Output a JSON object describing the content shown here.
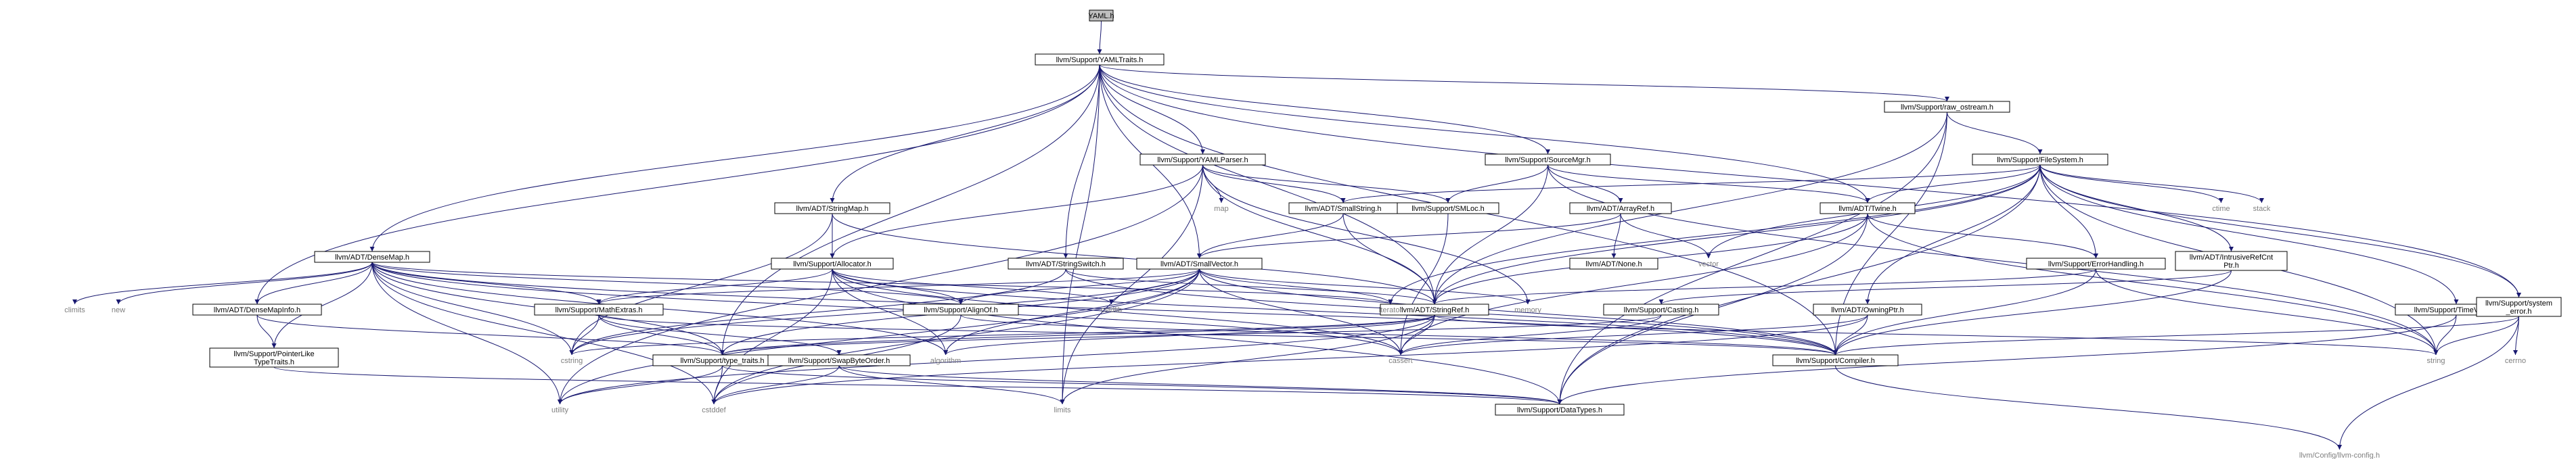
{
  "graph": {
    "edge_color": "#191970",
    "nodes": [
      {
        "id": "yaml_h",
        "label": "YAML.h",
        "root": true,
        "boxed": true
      },
      {
        "id": "yamltraits",
        "label": "llvm/Support/YAMLTraits.h",
        "boxed": true
      },
      {
        "id": "raw_ostream",
        "label": "llvm/Support/raw_ostream.h",
        "boxed": true
      },
      {
        "id": "yamlparser",
        "label": "llvm/Support/YAMLParser.h",
        "boxed": true
      },
      {
        "id": "sourcemgr",
        "label": "llvm/Support/SourceMgr.h",
        "boxed": true
      },
      {
        "id": "filesystem",
        "label": "llvm/Support/FileSystem.h",
        "boxed": true
      },
      {
        "id": "stringmap",
        "label": "llvm/ADT/StringMap.h",
        "boxed": true
      },
      {
        "id": "smallstring",
        "label": "llvm/ADT/SmallString.h",
        "boxed": true
      },
      {
        "id": "smloc",
        "label": "llvm/Support/SMLoc.h",
        "boxed": true
      },
      {
        "id": "arrayref",
        "label": "llvm/ADT/ArrayRef.h",
        "boxed": true
      },
      {
        "id": "twine",
        "label": "llvm/ADT/Twine.h",
        "boxed": true
      },
      {
        "id": "densemap",
        "label": "llvm/ADT/DenseMap.h",
        "boxed": true
      },
      {
        "id": "allocator",
        "label": "llvm/Support/Allocator.h",
        "boxed": true
      },
      {
        "id": "stringswitch",
        "label": "llvm/ADT/StringSwitch.h",
        "boxed": true
      },
      {
        "id": "smallvector",
        "label": "llvm/ADT/SmallVector.h",
        "boxed": true
      },
      {
        "id": "none",
        "label": "llvm/ADT/None.h",
        "boxed": true
      },
      {
        "id": "errorhandling",
        "label": "llvm/Support/ErrorHandling.h",
        "boxed": true
      },
      {
        "id": "intrusiverefcnt",
        "label": "llvm/ADT/IntrusiveRefCnt\nPtr.h",
        "boxed": true
      },
      {
        "id": "densemapinfo",
        "label": "llvm/ADT/DenseMapInfo.h",
        "boxed": true
      },
      {
        "id": "mathextras",
        "label": "llvm/Support/MathExtras.h",
        "boxed": true
      },
      {
        "id": "alignof",
        "label": "llvm/Support/AlignOf.h",
        "boxed": true
      },
      {
        "id": "stringref",
        "label": "llvm/ADT/StringRef.h",
        "boxed": true
      },
      {
        "id": "casting",
        "label": "llvm/Support/Casting.h",
        "boxed": true
      },
      {
        "id": "owningptr",
        "label": "llvm/ADT/OwningPtr.h",
        "boxed": true
      },
      {
        "id": "timevalue",
        "label": "llvm/Support/TimeValue.h",
        "boxed": true
      },
      {
        "id": "system_error",
        "label": "llvm/Support/system\n_error.h",
        "boxed": true
      },
      {
        "id": "pointerliketypetraits",
        "label": "llvm/Support/PointerLike\nTypeTraits.h",
        "boxed": true
      },
      {
        "id": "type_traits",
        "label": "llvm/Support/type_traits.h",
        "boxed": true
      },
      {
        "id": "swapbyteorder",
        "label": "llvm/Support/SwapByteOrder.h",
        "boxed": true
      },
      {
        "id": "compiler",
        "label": "llvm/Support/Compiler.h",
        "boxed": true
      },
      {
        "id": "datatypes",
        "label": "llvm/Support/DataTypes.h",
        "boxed": true
      },
      {
        "id": "llvm_config",
        "label": "llvm/Config/llvm-config.h",
        "gray": true
      },
      {
        "id": "map",
        "label": "map",
        "gray": true
      },
      {
        "id": "vector",
        "label": "vector",
        "gray": true
      },
      {
        "id": "ctime",
        "label": "ctime",
        "gray": true
      },
      {
        "id": "stack",
        "label": "stack",
        "gray": true
      },
      {
        "id": "climits",
        "label": "climits",
        "gray": true
      },
      {
        "id": "new",
        "label": "new",
        "gray": true
      },
      {
        "id": "utility",
        "label": "utility",
        "gray": true
      },
      {
        "id": "cstddef",
        "label": "cstddef",
        "gray": true
      },
      {
        "id": "cstring",
        "label": "cstring",
        "gray": true
      },
      {
        "id": "algorithm",
        "label": "algorithm",
        "gray": true
      },
      {
        "id": "cassert",
        "label": "cassert",
        "gray": true
      },
      {
        "id": "iterator",
        "label": "iterator",
        "gray": true
      },
      {
        "id": "cstdlib",
        "label": "cstdlib",
        "gray": true
      },
      {
        "id": "memory",
        "label": "memory",
        "gray": true
      },
      {
        "id": "limits",
        "label": "limits",
        "gray": true
      },
      {
        "id": "string",
        "label": "string",
        "gray": true
      },
      {
        "id": "cerrno",
        "label": "cerrno",
        "gray": true
      }
    ],
    "edges": [
      [
        "yaml_h",
        "yamltraits"
      ],
      [
        "yamltraits",
        "raw_ostream"
      ],
      [
        "yamltraits",
        "yamlparser"
      ],
      [
        "yamltraits",
        "sourcemgr"
      ],
      [
        "yamltraits",
        "stringmap"
      ],
      [
        "yamltraits",
        "densemap"
      ],
      [
        "yamltraits",
        "stringswitch"
      ],
      [
        "yamltraits",
        "smallvector"
      ],
      [
        "yamltraits",
        "stringref"
      ],
      [
        "yamltraits",
        "twine"
      ],
      [
        "yamltraits",
        "densemapinfo"
      ],
      [
        "yamltraits",
        "system_error"
      ],
      [
        "yamltraits",
        "type_traits"
      ],
      [
        "yamltraits",
        "compiler"
      ],
      [
        "yamltraits",
        "limits"
      ],
      [
        "raw_ostream",
        "filesystem"
      ],
      [
        "raw_ostream",
        "stringref"
      ],
      [
        "raw_ostream",
        "compiler"
      ],
      [
        "raw_ostream",
        "datatypes"
      ],
      [
        "yamlparser",
        "map"
      ],
      [
        "yamlparser",
        "smallstring"
      ],
      [
        "yamlparser",
        "smloc"
      ],
      [
        "yamlparser",
        "allocator"
      ],
      [
        "yamlparser",
        "stringref"
      ],
      [
        "yamlparser",
        "utility"
      ],
      [
        "yamlparser",
        "limits"
      ],
      [
        "yamlparser",
        "memory"
      ],
      [
        "sourcemgr",
        "smloc"
      ],
      [
        "sourcemgr",
        "arrayref"
      ],
      [
        "sourcemgr",
        "twine"
      ],
      [
        "sourcemgr",
        "stringref"
      ],
      [
        "sourcemgr",
        "string"
      ],
      [
        "filesystem",
        "twine"
      ],
      [
        "filesystem",
        "smallstring"
      ],
      [
        "filesystem",
        "errorhandling"
      ],
      [
        "filesystem",
        "intrusiverefcnt"
      ],
      [
        "filesystem",
        "owningptr"
      ],
      [
        "filesystem",
        "timevalue"
      ],
      [
        "filesystem",
        "system_error"
      ],
      [
        "filesystem",
        "ctime"
      ],
      [
        "filesystem",
        "stack"
      ],
      [
        "filesystem",
        "vector"
      ],
      [
        "filesystem",
        "iterator"
      ],
      [
        "filesystem",
        "string"
      ],
      [
        "filesystem",
        "datatypes"
      ],
      [
        "filesystem",
        "stringref"
      ],
      [
        "stringmap",
        "stringref"
      ],
      [
        "stringmap",
        "allocator"
      ],
      [
        "stringmap",
        "cstring"
      ],
      [
        "smallstring",
        "smallvector"
      ],
      [
        "smallstring",
        "stringref"
      ],
      [
        "smloc",
        "cassert"
      ],
      [
        "arrayref",
        "none"
      ],
      [
        "arrayref",
        "smallvector"
      ],
      [
        "arrayref",
        "vector"
      ],
      [
        "twine",
        "stringref"
      ],
      [
        "twine",
        "errorhandling"
      ],
      [
        "twine",
        "string"
      ],
      [
        "twine",
        "datatypes"
      ],
      [
        "twine",
        "cassert"
      ],
      [
        "densemap",
        "densemapinfo"
      ],
      [
        "densemap",
        "pointerliketypetraits"
      ],
      [
        "densemap",
        "mathextras"
      ],
      [
        "densemap",
        "alignof"
      ],
      [
        "densemap",
        "type_traits"
      ],
      [
        "densemap",
        "climits"
      ],
      [
        "densemap",
        "new"
      ],
      [
        "densemap",
        "utility"
      ],
      [
        "densemap",
        "cstddef"
      ],
      [
        "densemap",
        "cstring"
      ],
      [
        "densemap",
        "algorithm"
      ],
      [
        "densemap",
        "cassert"
      ],
      [
        "densemap",
        "iterator"
      ],
      [
        "densemap",
        "compiler"
      ],
      [
        "allocator",
        "alignof"
      ],
      [
        "allocator",
        "mathextras"
      ],
      [
        "allocator",
        "datatypes"
      ],
      [
        "allocator",
        "cstdlib"
      ],
      [
        "allocator",
        "cassert"
      ],
      [
        "allocator",
        "cstddef"
      ],
      [
        "allocator",
        "algorithm"
      ],
      [
        "allocator",
        "compiler"
      ],
      [
        "stringswitch",
        "stringref"
      ],
      [
        "stringswitch",
        "compiler"
      ],
      [
        "stringswitch",
        "cstring"
      ],
      [
        "smallvector",
        "alignof"
      ],
      [
        "smallvector",
        "compiler"
      ],
      [
        "smallvector",
        "mathextras"
      ],
      [
        "smallvector",
        "type_traits"
      ],
      [
        "smallvector",
        "algorithm"
      ],
      [
        "smallvector",
        "cassert"
      ],
      [
        "smallvector",
        "cstddef"
      ],
      [
        "smallvector",
        "cstdlib"
      ],
      [
        "smallvector",
        "cstring"
      ],
      [
        "smallvector",
        "iterator"
      ],
      [
        "smallvector",
        "memory"
      ],
      [
        "smallvector",
        "utility"
      ],
      [
        "errorhandling",
        "compiler"
      ],
      [
        "errorhandling",
        "string"
      ],
      [
        "errorhandling",
        "stringref"
      ],
      [
        "intrusiverefcnt",
        "casting"
      ],
      [
        "intrusiverefcnt",
        "compiler"
      ],
      [
        "densemapinfo",
        "type_traits"
      ],
      [
        "densemapinfo",
        "pointerliketypetraits"
      ],
      [
        "mathextras",
        "swapbyteorder"
      ],
      [
        "mathextras",
        "compiler"
      ],
      [
        "mathextras",
        "type_traits"
      ],
      [
        "mathextras",
        "cstring"
      ],
      [
        "alignof",
        "compiler"
      ],
      [
        "alignof",
        "cstddef"
      ],
      [
        "stringref",
        "type_traits"
      ],
      [
        "stringref",
        "algorithm"
      ],
      [
        "stringref",
        "cassert"
      ],
      [
        "stringref",
        "cstring"
      ],
      [
        "stringref",
        "limits"
      ],
      [
        "stringref",
        "string"
      ],
      [
        "stringref",
        "utility"
      ],
      [
        "casting",
        "type_traits"
      ],
      [
        "casting",
        "cassert"
      ],
      [
        "owningptr",
        "compiler"
      ],
      [
        "owningptr",
        "cassert"
      ],
      [
        "owningptr",
        "cstddef"
      ],
      [
        "timevalue",
        "datatypes"
      ],
      [
        "timevalue",
        "string"
      ],
      [
        "system_error",
        "compiler"
      ],
      [
        "system_error",
        "cerrno"
      ],
      [
        "system_error",
        "string"
      ],
      [
        "system_error",
        "llvm_config"
      ],
      [
        "pointerliketypetraits",
        "datatypes"
      ],
      [
        "type_traits",
        "datatypes"
      ],
      [
        "type_traits",
        "cstddef"
      ],
      [
        "type_traits",
        "utility"
      ],
      [
        "swapbyteorder",
        "datatypes"
      ],
      [
        "swapbyteorder",
        "cstddef"
      ],
      [
        "swapbyteorder",
        "limits"
      ],
      [
        "compiler",
        "llvm_config"
      ]
    ]
  }
}
